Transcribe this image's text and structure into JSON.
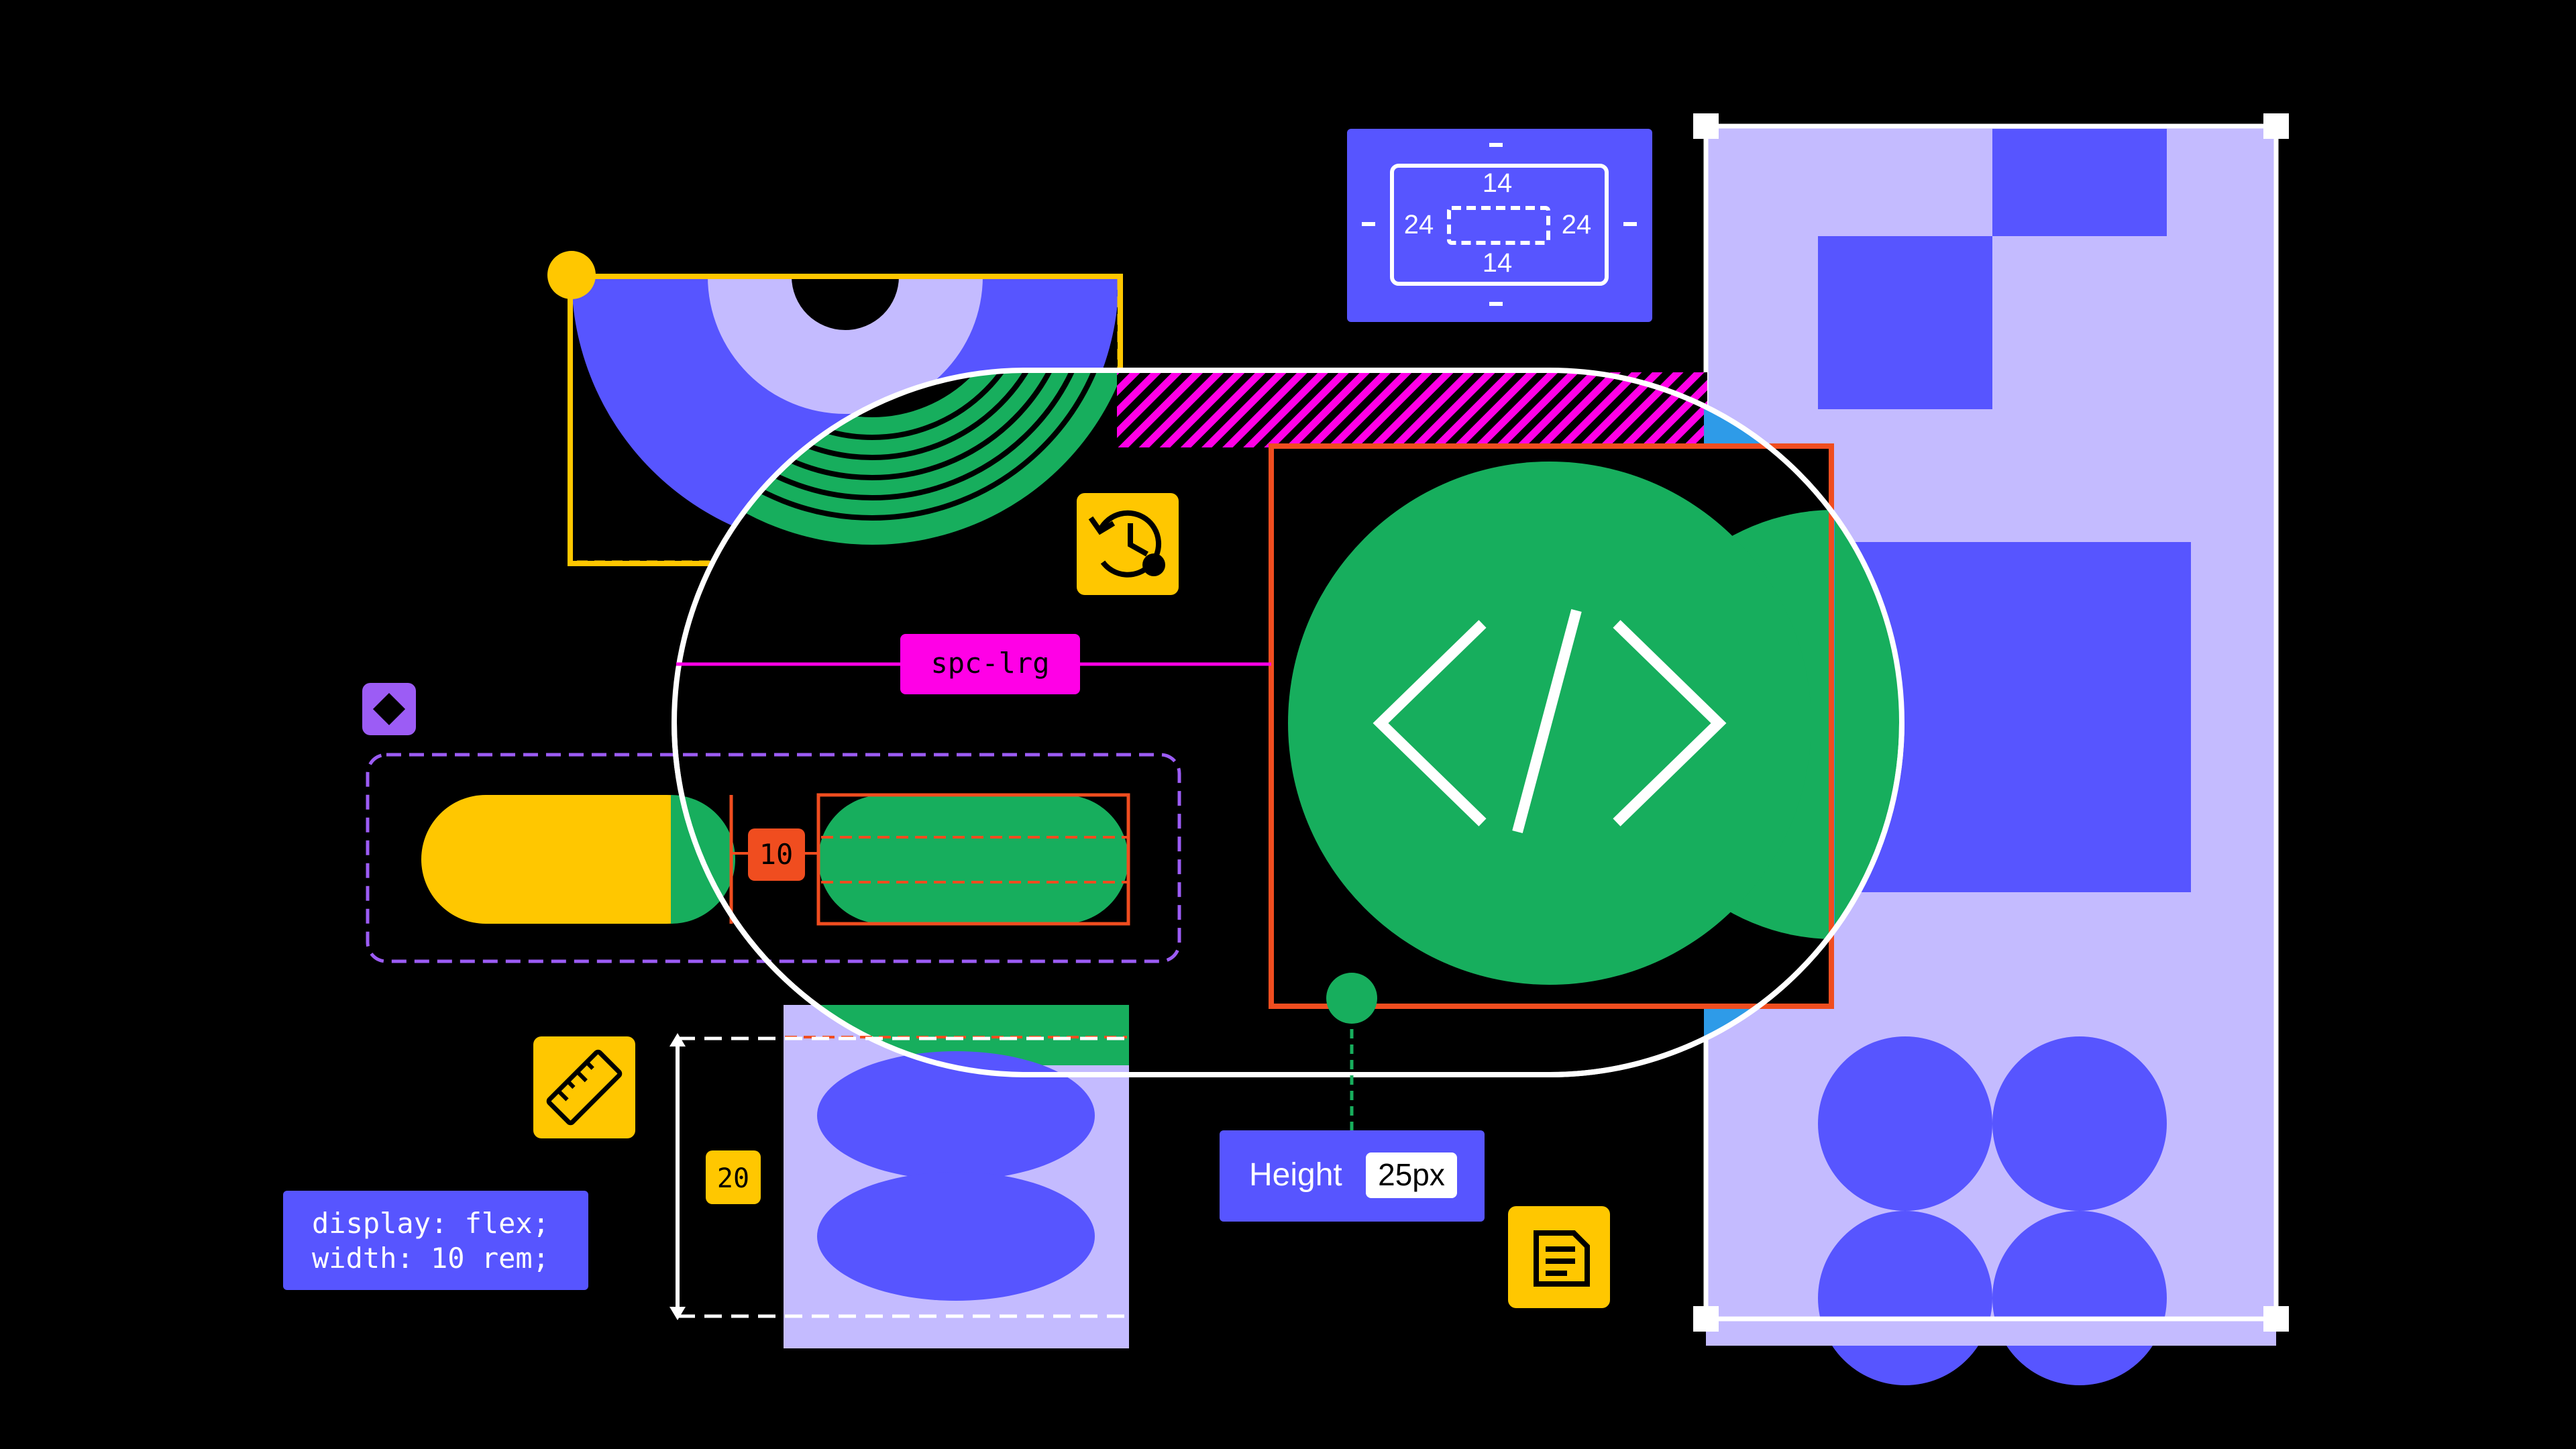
{
  "colors": {
    "background": "#000000",
    "indigo": "#5755FF",
    "lavender": "#C4BBFF",
    "green": "#17AE5D",
    "yellow": "#FFC700",
    "orange": "#F04D1F",
    "magenta": "#FF00E6",
    "purple": "#9C5CF5",
    "blue": "#2E9BE8",
    "white": "#FFFFFF"
  },
  "spacing_box": {
    "top": "14",
    "bottom": "14",
    "left": "24",
    "right": "24"
  },
  "token_tag": "spc-lrg",
  "gap_badge": "10",
  "height_measure": "20",
  "css_snippet": {
    "line1": "display: flex;",
    "line2": "width: 10 rem;"
  },
  "height_chip": {
    "label": "Height",
    "value": "25px"
  },
  "icons": {
    "history": "history-clock-icon",
    "ruler": "ruler-icon",
    "document": "document-icon",
    "component": "component-diamond-icon",
    "code": "code-brackets-icon"
  }
}
